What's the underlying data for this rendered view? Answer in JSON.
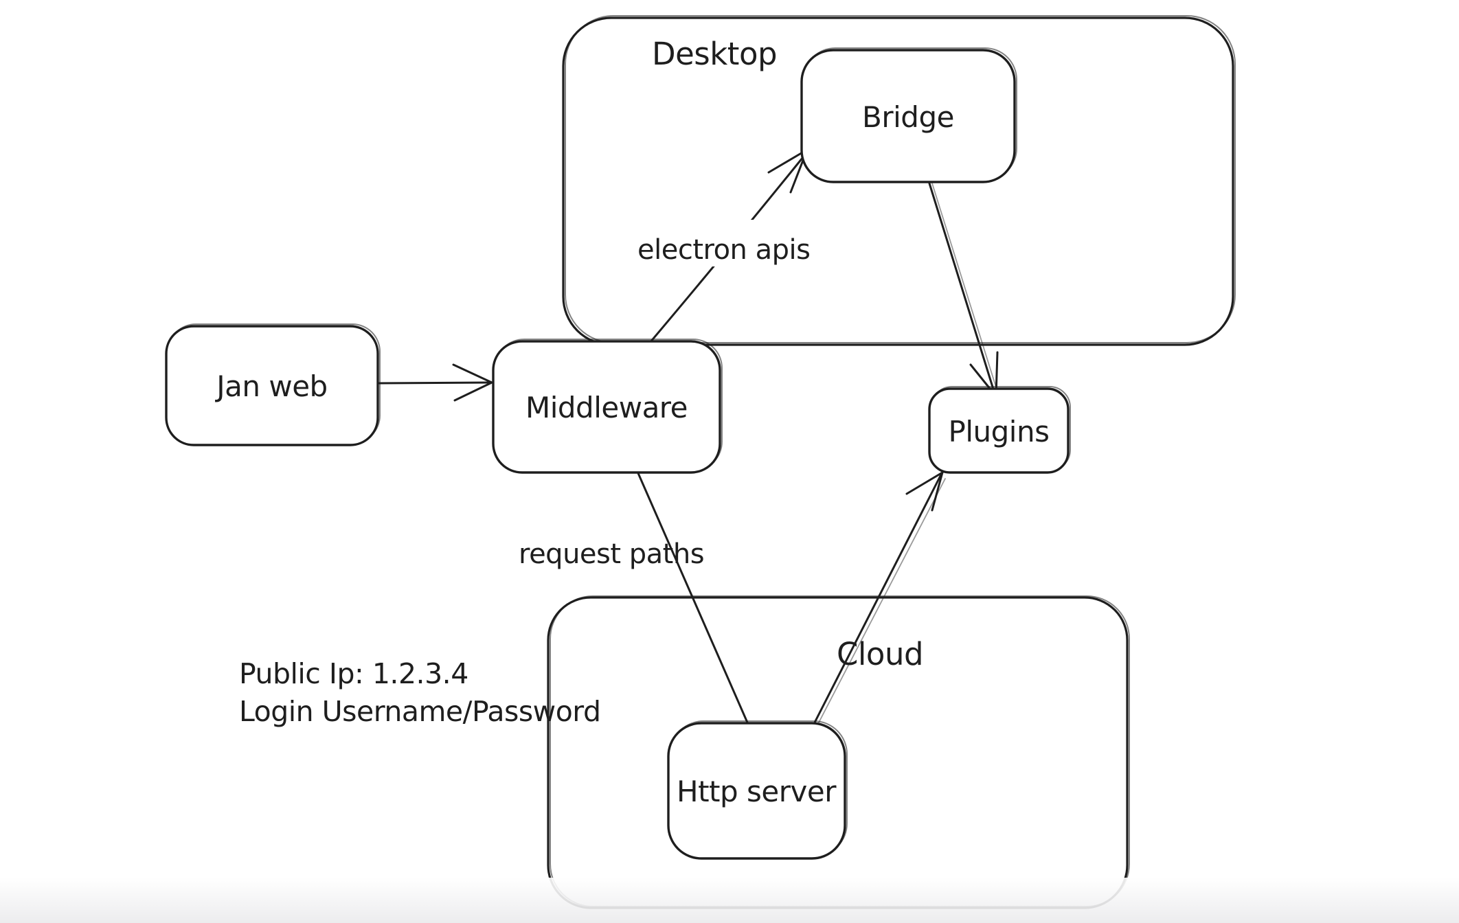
{
  "canvas": {
    "background": "#ffffff",
    "stroke_color": "#1e1e1e",
    "text_color": "#1e1e1e"
  },
  "containers": [
    {
      "id": "desktop",
      "label": "Desktop"
    },
    {
      "id": "cloud",
      "label": "Cloud"
    }
  ],
  "nodes": [
    {
      "id": "jan-web",
      "label": "Jan web"
    },
    {
      "id": "middleware",
      "label": "Middleware"
    },
    {
      "id": "bridge",
      "label": "Bridge"
    },
    {
      "id": "plugins",
      "label": "Plugins"
    },
    {
      "id": "http-server",
      "label": "Http server"
    }
  ],
  "edges": [
    {
      "id": "jan-web-to-middleware",
      "from": "Jan web",
      "to": "Middleware",
      "label": ""
    },
    {
      "id": "middleware-to-bridge",
      "from": "Middleware",
      "to": "Bridge",
      "label": "electron apis"
    },
    {
      "id": "bridge-to-plugins",
      "from": "Bridge",
      "to": "Plugins",
      "label": ""
    },
    {
      "id": "middleware-to-http-server",
      "from": "Middleware",
      "to": "Http server",
      "label": "request paths"
    },
    {
      "id": "http-server-to-plugins",
      "from": "Http server",
      "to": "Plugins",
      "label": ""
    }
  ],
  "annotations": [
    {
      "id": "public-ip",
      "text": "Public Ip: 1.2.3.4"
    },
    {
      "id": "login",
      "text": "Login Username/Password"
    }
  ]
}
